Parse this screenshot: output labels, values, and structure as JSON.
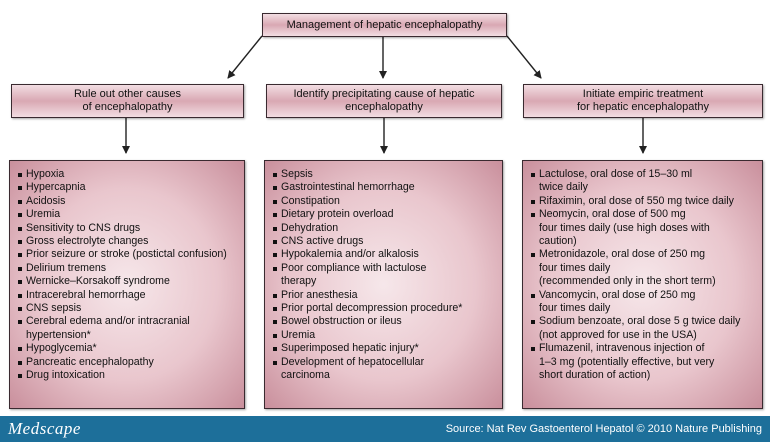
{
  "title": "Management of hepatic encephalopathy",
  "columns": [
    {
      "header": [
        "Rule out other causes",
        "of encephalopathy"
      ],
      "items": [
        [
          "Hypoxia"
        ],
        [
          "Hypercapnia"
        ],
        [
          "Acidosis"
        ],
        [
          "Uremia"
        ],
        [
          "Sensitivity to CNS drugs"
        ],
        [
          "Gross electrolyte changes"
        ],
        [
          "Prior seizure or stroke (postictal confusion)"
        ],
        [
          "Delirium tremens"
        ],
        [
          "Wernicke–Korsakoff syndrome"
        ],
        [
          "Intracerebral hemorrhage"
        ],
        [
          "CNS sepsis"
        ],
        [
          "Cerebral edema and/or intracranial",
          "hypertension*"
        ],
        [
          "Hypoglycemia*"
        ],
        [
          "Pancreatic encephalopathy"
        ],
        [
          "Drug intoxication"
        ]
      ]
    },
    {
      "header": [
        "Identify precipitating cause of hepatic",
        "encephalopathy"
      ],
      "items": [
        [
          "Sepsis"
        ],
        [
          "Gastrointestinal hemorrhage"
        ],
        [
          "Constipation"
        ],
        [
          "Dietary protein overload"
        ],
        [
          "Dehydration"
        ],
        [
          "CNS active drugs"
        ],
        [
          "Hypokalemia and/or alkalosis"
        ],
        [
          "Poor compliance with lactulose",
          "therapy"
        ],
        [
          "Prior anesthesia"
        ],
        [
          "Prior portal decompression procedure*"
        ],
        [
          "Bowel obstruction or ileus"
        ],
        [
          "Uremia"
        ],
        [
          "Superimposed hepatic injury*"
        ],
        [
          "Development of hepatocellular",
          "carcinoma"
        ]
      ]
    },
    {
      "header": [
        "Initiate empiric treatment",
        "for hepatic encephalopathy"
      ],
      "items": [
        [
          "Lactulose, oral dose of 15–30 ml",
          "twice daily"
        ],
        [
          "Rifaximin, oral dose of 550 mg twice daily"
        ],
        [
          "Neomycin, oral dose of 500 mg",
          "four times daily (use high doses with",
          "caution)"
        ],
        [
          "Metronidazole, oral dose of 250 mg",
          "four times daily",
          "(recommended only in the short term)"
        ],
        [
          "Vancomycin, oral dose of 250 mg",
          "four times daily"
        ],
        [
          "Sodium benzoate, oral dose 5 g twice daily",
          "(not approved for use in the USA)"
        ],
        [
          "Flumazenil, intravenous injection of",
          "1–3 mg (potentially effective, but very",
          "short duration of action)"
        ]
      ]
    }
  ],
  "footer": {
    "logo": "Medscape",
    "source": "Source: Nat Rev Gastoenterol Hepatol © 2010 Nature Publishing"
  }
}
